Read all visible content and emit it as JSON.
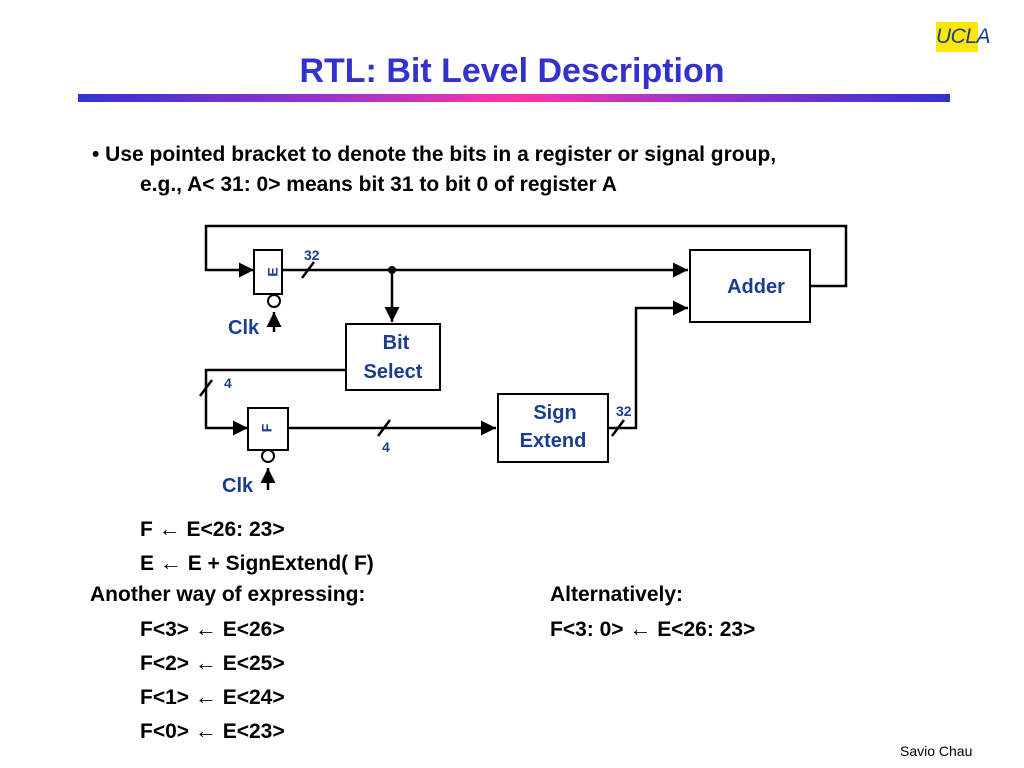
{
  "logo": "UCLA",
  "title": "RTL: Bit Level Description",
  "bullet": {
    "line1": "• Use pointed bracket to denote the bits in a register or signal group,",
    "line2": "e.g., A< 31: 0> means bit 31 to bit 0 of register A"
  },
  "diagram": {
    "reg_e": "E",
    "reg_f": "F",
    "clk_top": "Clk",
    "clk_bottom": "Clk",
    "width_e": "32",
    "width_bitselect_out": "4",
    "width_f_out": "4",
    "width_signextend_out": "32",
    "bit_select_line1": "Bit",
    "bit_select_line2": "Select",
    "sign_extend_line1": "Sign",
    "sign_extend_line2": "Extend",
    "adder": "Adder"
  },
  "equations": {
    "eq1_lhs": "F",
    "eq1_rhs": "E<26: 23>",
    "eq2_lhs": "E",
    "eq2_rhs": "E + SignExtend( F)",
    "another_way": "Another way of expressing:",
    "alternatively": "Alternatively:",
    "b3_lhs": "F<3>",
    "b3_rhs": "E<26>",
    "b2_lhs": "F<2>",
    "b2_rhs": "E<25>",
    "b1_lhs": "F<1>",
    "b1_rhs": "E<24>",
    "b0_lhs": "F<0>",
    "b0_rhs": "E<23>",
    "alt_lhs": "F<3: 0>",
    "alt_rhs": "E<26: 23>",
    "arrow": "←"
  },
  "footer": "Savio Chau",
  "colors": {
    "title": "#3333cc",
    "diagram_text": "#1a3d8f",
    "logo_bg": "#ffe800"
  }
}
